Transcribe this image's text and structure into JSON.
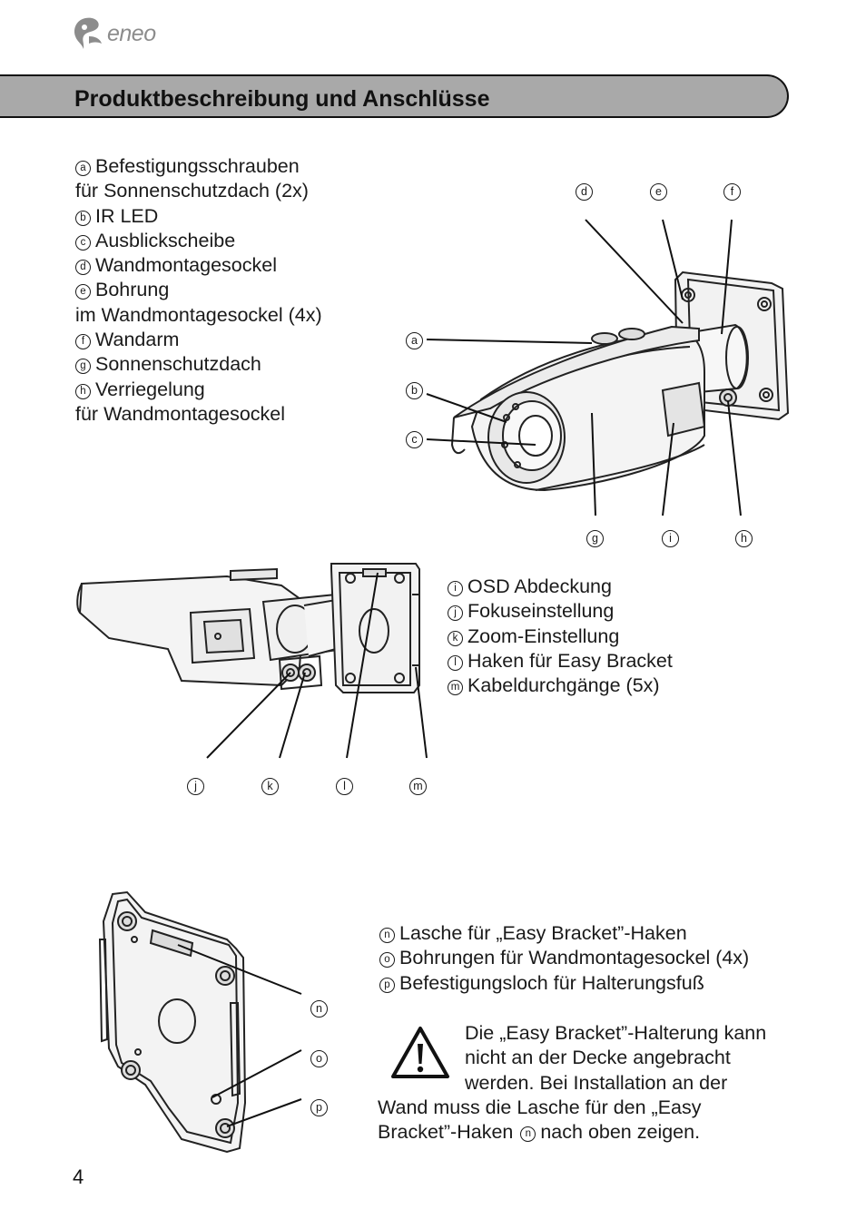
{
  "brand": "eneo",
  "header": {
    "title": "Produktbeschreibung und Anschlüsse"
  },
  "legend_top": [
    {
      "key": "a",
      "text": "Befestigungsschrauben"
    },
    {
      "key": "",
      "text": "für Sonnenschutzdach (2x)"
    },
    {
      "key": "b",
      "text": "IR LED"
    },
    {
      "key": "c",
      "text": "Ausblickscheibe"
    },
    {
      "key": "d",
      "text": "Wandmontagesockel"
    },
    {
      "key": "e",
      "text": "Bohrung"
    },
    {
      "key": "",
      "text": "im Wandmontagesockel (4x)"
    },
    {
      "key": "f",
      "text": "Wandarm"
    },
    {
      "key": "g",
      "text": "Sonnenschutzdach"
    },
    {
      "key": "h",
      "text": "Verriegelung"
    },
    {
      "key": "",
      "text": "für Wandmontagesockel"
    }
  ],
  "legend_middle": [
    {
      "key": "i",
      "text": "OSD Abdeckung"
    },
    {
      "key": "j",
      "text": "Fokuseinstellung"
    },
    {
      "key": "k",
      "text": "Zoom-Einstellung"
    },
    {
      "key": "l",
      "text": "Haken für Easy Bracket"
    },
    {
      "key": "m",
      "text": "Kabeldurchgänge (5x)"
    }
  ],
  "legend_bottom": [
    {
      "key": "n",
      "text": "Lasche für „Easy Bracket”-Haken"
    },
    {
      "key": "o",
      "text": "Bohrungen für Wandmontagesockel (4x)"
    },
    {
      "key": "p",
      "text": "Befestigungsloch für Halterungsfuß"
    }
  ],
  "callouts": {
    "a": "a",
    "b": "b",
    "c": "c",
    "d": "d",
    "e": "e",
    "f": "f",
    "g": "g",
    "h": "h",
    "i": "i",
    "j": "j",
    "k": "k",
    "l": "l",
    "m": "m",
    "n": "n",
    "o": "o",
    "p": "p"
  },
  "warning": {
    "line1": "Die „Easy Bracket”-Halterung kann",
    "line2": "nicht an der Decke angebracht",
    "line3": "werden. Bei Installation an der",
    "line4": "Wand muss die Lasche für den „Easy",
    "line5_pre": "Bracket”-Haken",
    "line5_key": "n",
    "line5_post": "nach oben zeigen."
  },
  "page_number": "4"
}
